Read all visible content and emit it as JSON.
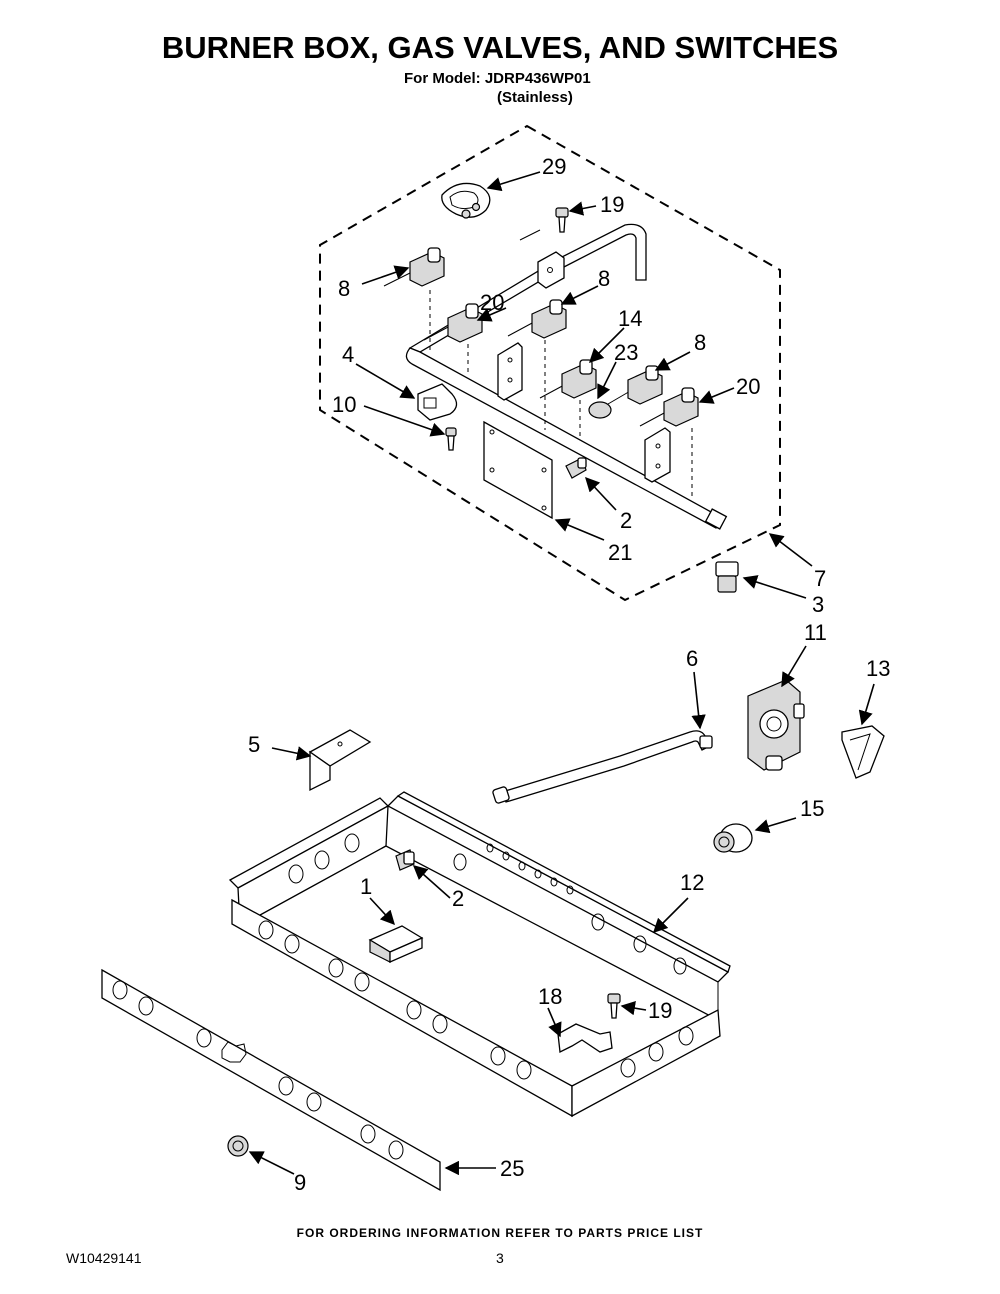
{
  "header": {
    "title": "BURNER BOX, GAS VALVES, AND SWITCHES",
    "model_line": "For Model: JDRP436WP01",
    "finish": "(Stainless)"
  },
  "callouts": {
    "c29": "29",
    "c19a": "19",
    "c8a": "8",
    "c8b": "8",
    "c20a": "20",
    "c14": "14",
    "c23": "23",
    "c8c": "8",
    "c4": "4",
    "c20b": "20",
    "c10": "10",
    "c2a": "2",
    "c21": "21",
    "c7": "7",
    "c3": "3",
    "c11": "11",
    "c6": "6",
    "c13": "13",
    "c5": "5",
    "c15": "15",
    "c1": "1",
    "c2b": "2",
    "c12": "12",
    "c18": "18",
    "c19b": "19",
    "c9": "9",
    "c25": "25"
  },
  "footer": {
    "ordering_note": "FOR ORDERING INFORMATION REFER TO PARTS PRICE LIST",
    "document_number": "W10429141",
    "page_number": "3"
  }
}
